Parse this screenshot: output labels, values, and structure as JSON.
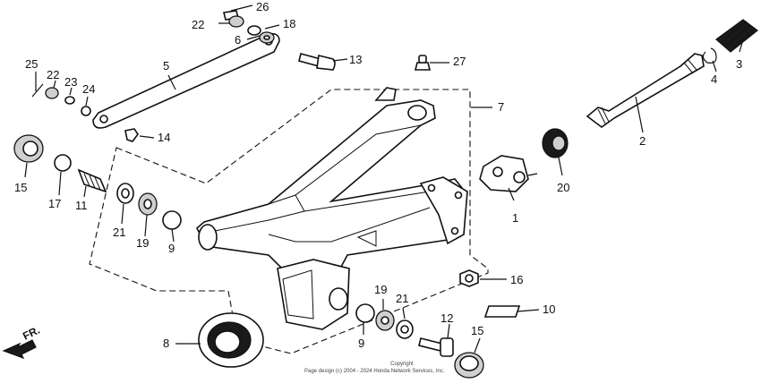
{
  "labels": {
    "p1": "1",
    "p2": "2",
    "p3": "3",
    "p4": "4",
    "p5": "5",
    "p6": "6",
    "p7": "7",
    "p8": "8",
    "p9a": "9",
    "p9b": "9",
    "p10": "10",
    "p11": "11",
    "p12": "12",
    "p13": "13",
    "p14": "14",
    "p15a": "15",
    "p15b": "15",
    "p16": "16",
    "p17": "17",
    "p18": "18",
    "p19a": "19",
    "p19b": "19",
    "p20": "20",
    "p21a": "21",
    "p21b": "21",
    "p22a": "22",
    "p22b": "22",
    "p23": "23",
    "p24": "24",
    "p25": "25",
    "p26": "26",
    "p27": "27"
  },
  "direction_label": "FR.",
  "copyright_line1": "Copyright",
  "copyright_line2": "Page design (c) 2004 - 2024 Honda Network Services, Inc."
}
